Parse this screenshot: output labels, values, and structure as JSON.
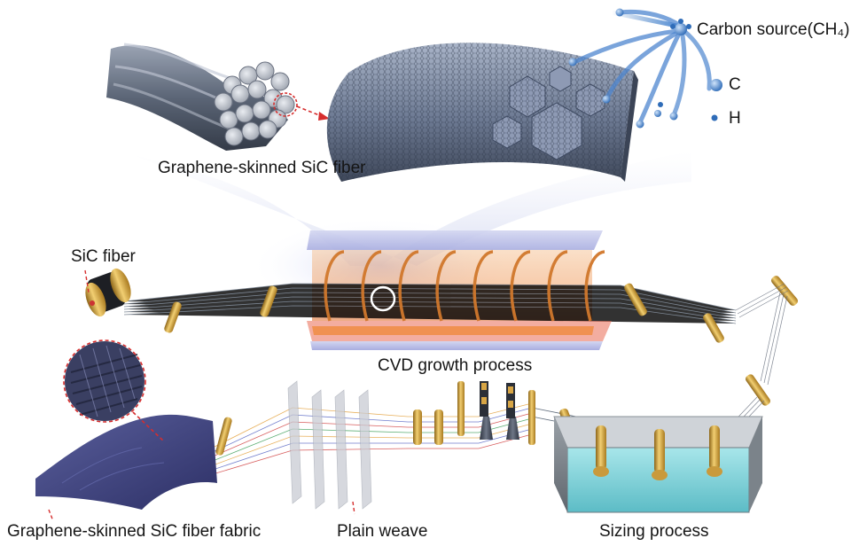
{
  "labels": {
    "carbon_source": "Carbon source(CH₄)",
    "c": "C",
    "h": "H",
    "graphene_skinned_sic_fiber": "Graphene-skinned SiC fiber",
    "sic_fiber": "SiC fiber",
    "cvd_growth": "CVD growth process",
    "fabric": "Graphene-skinned SiC fiber fabric",
    "plain_weave": "Plain weave",
    "sizing": "Sizing process"
  },
  "colors": {
    "fiber_bundle": "#5b6576",
    "graphene_sheet": "#6d7a93",
    "furnace_orange": "#e8803e",
    "furnace_plate": "#b9bde6",
    "roller_gold": "#d7a545",
    "sizing_liquid": "#7fd3d9",
    "fabric_purple": "#3b3f7a",
    "callout_red": "#d62d2d",
    "atom_blue": "#3a78c7"
  },
  "icons": [
    "spool-icon",
    "roller-icon",
    "heating-coil-icon",
    "atom-c-icon",
    "atom-h-icon",
    "zoom-callout-icon"
  ]
}
